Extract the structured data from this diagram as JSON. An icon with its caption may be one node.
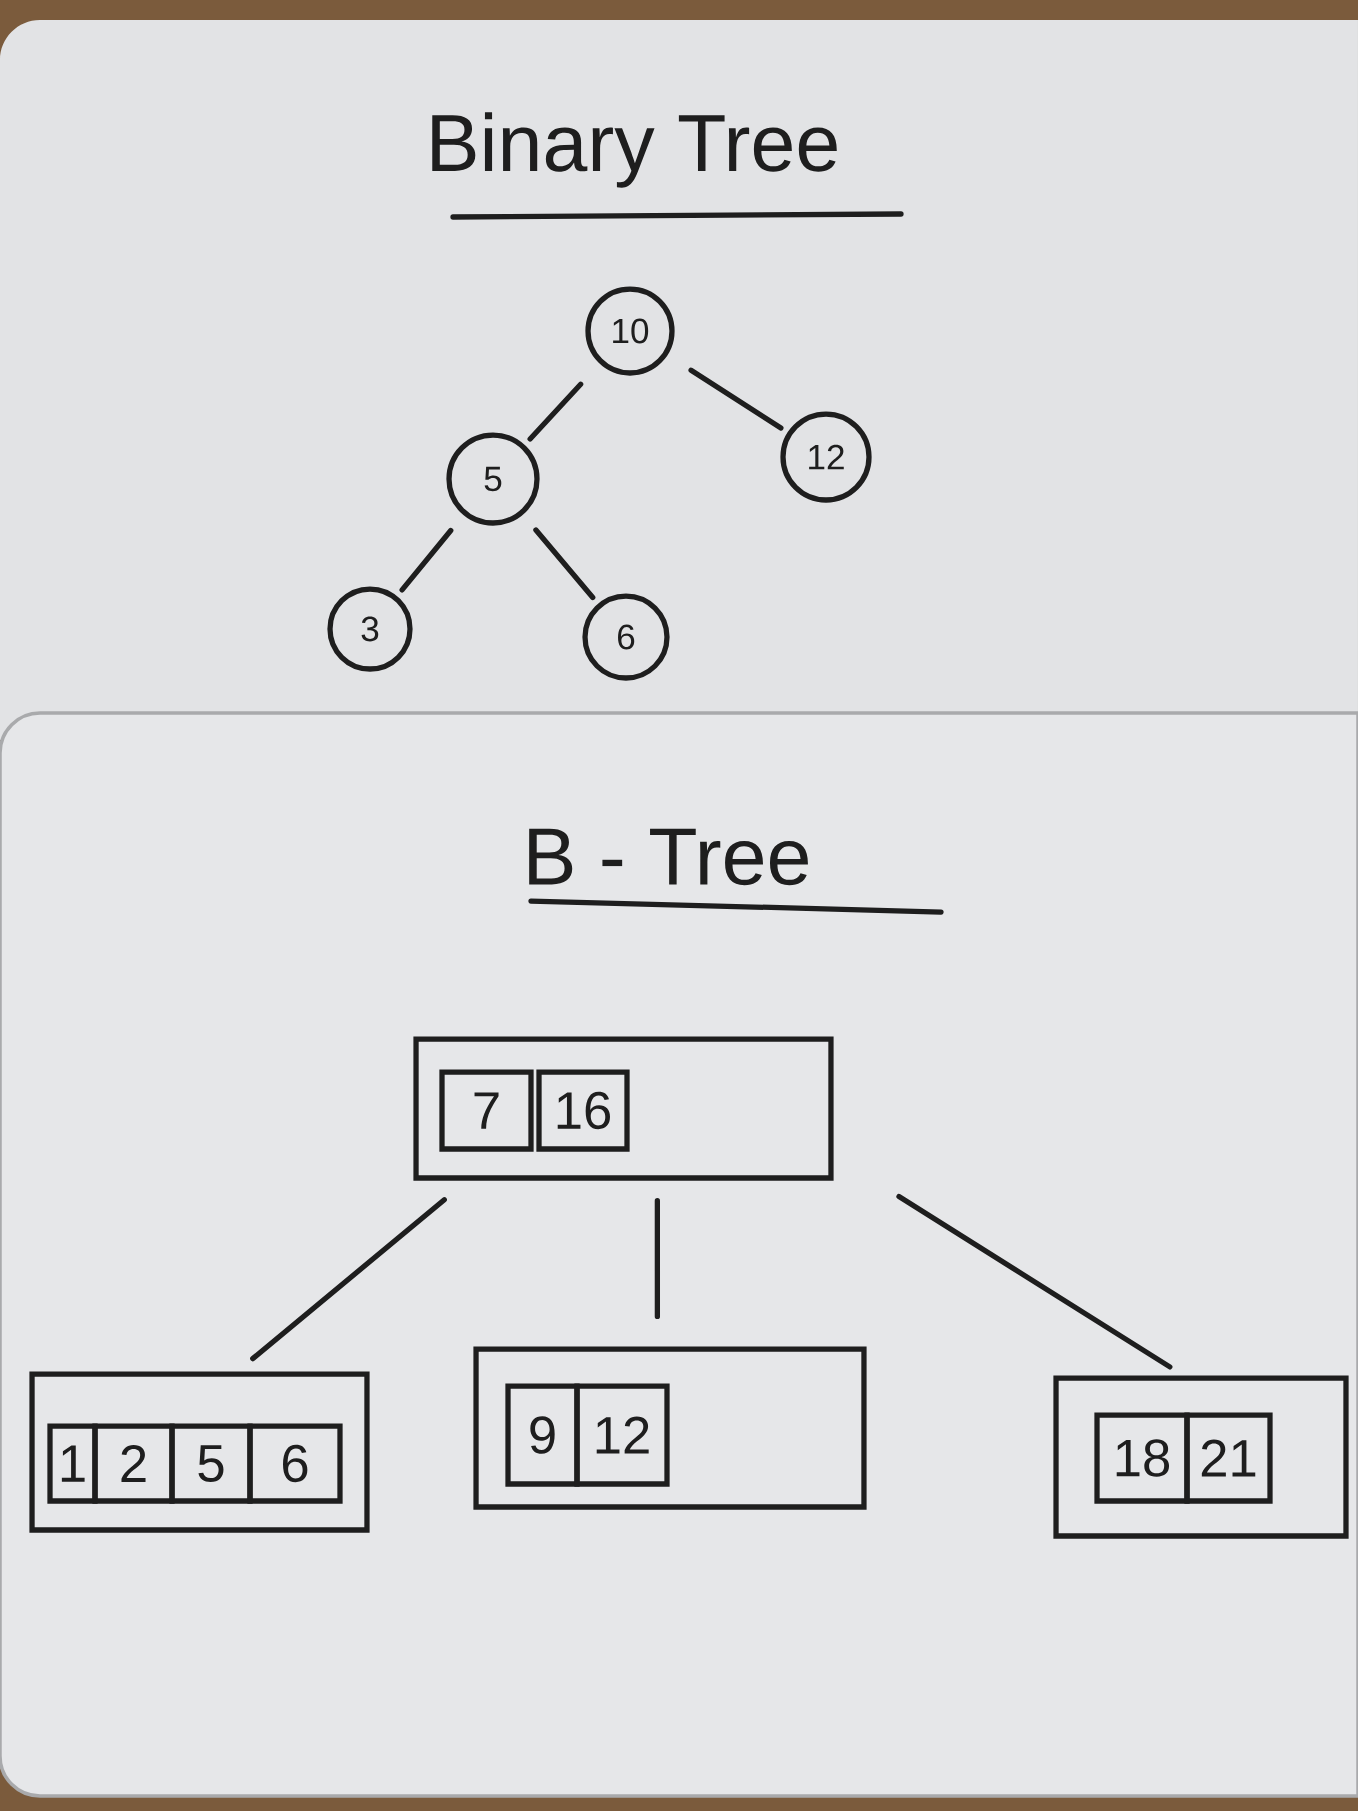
{
  "diagram": {
    "nodes": [
      {
        "text": [
          "10"
        ]
      },
      {
        "text": [
          "5"
        ]
      },
      {
        "text": [
          "12"
        ]
      },
      {
        "text": [
          "3"
        ]
      },
      {
        "text": [
          "6"
        ]
      },
      {
        "text": [],
        "shape": "box"
      },
      {
        "text": [
          "7"
        ],
        "in": 5
      },
      {
        "text": [
          "16"
        ],
        "in": 5
      },
      {
        "text": [],
        "shape": "box"
      },
      {
        "text": [
          "1"
        ],
        "in": 8
      },
      {
        "text": [
          "2"
        ],
        "in": 8
      },
      {
        "text": [
          "5"
        ],
        "in": 8
      },
      {
        "text": [
          "6"
        ],
        "in": 8
      },
      {
        "text": [],
        "shape": "box"
      },
      {
        "text": [
          "9"
        ],
        "in": 13
      },
      {
        "text": [
          "12"
        ],
        "in": 13
      },
      {
        "text": [],
        "shape": "box"
      },
      {
        "text": [
          "18"
        ],
        "in": 16
      },
      {
        "text": [
          "21"
        ],
        "in": 16
      }
    ],
    "edges": [
      {
        "from": 0,
        "to": 1,
        "arrow": "none"
      },
      {
        "from": 0,
        "to": 2,
        "arrow": "none"
      },
      {
        "from": 1,
        "to": 3,
        "arrow": "none"
      },
      {
        "from": 1,
        "to": 4,
        "arrow": "none"
      },
      {
        "from": 5,
        "to": 8,
        "arrow": "none"
      },
      {
        "from": 5,
        "to": 13,
        "arrow": "none"
      },
      {
        "from": 5,
        "to": 16,
        "arrow": "none"
      }
    ],
    "labels": [
      "Binary Tree",
      "B - Tree"
    ]
  }
}
